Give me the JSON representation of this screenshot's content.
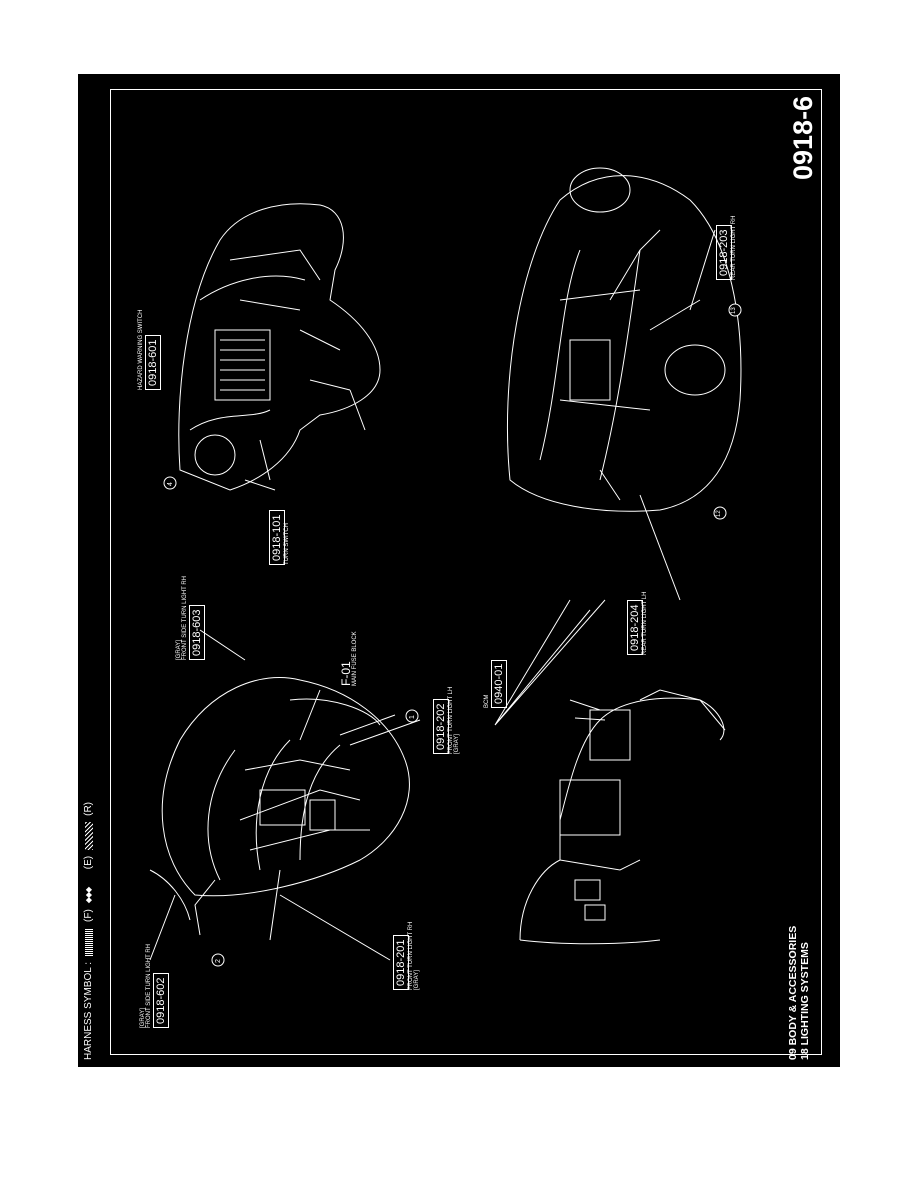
{
  "page": {
    "number": "0918-6",
    "section_line1": "09  BODY & ACCESSORIES",
    "section_line2": "18  LIGHTING SYSTEMS",
    "harness_symbol": {
      "label": "HARNESS SYMBOL :",
      "items": [
        "(F)",
        "(E)",
        "(R)"
      ]
    }
  },
  "callouts": [
    {
      "code": "0918-602",
      "caption": "FRONT SIDE TURN LIGHT RH",
      "note": "[GRAY]"
    },
    {
      "code": "0918-201",
      "caption": "FRONT TURN LIGHT RH",
      "note": "[GRAY]"
    },
    {
      "code": "0918-202",
      "caption": "FRONT TURN LIGHT LH",
      "note": "[GRAY]"
    },
    {
      "code": "0918-603",
      "caption": "FRONT SIDE TURN LIGHT RH",
      "note": "[GRAY]"
    },
    {
      "code": "0940-01",
      "caption": "",
      "note": "BCM"
    },
    {
      "code": "0918-101",
      "caption": "TURN SWITCH",
      "note": ""
    },
    {
      "code": "0918-601",
      "caption": "HAZARD WARNING SWITCH",
      "note": ""
    },
    {
      "code": "0918-204",
      "caption": "REAR TURN LIGHT LH",
      "note": ""
    },
    {
      "code": "0918-203",
      "caption": "REAR TURN LIGHT RH",
      "note": ""
    }
  ],
  "fuse": {
    "code": "F-01",
    "caption": "MAIN FUSE BLOCK"
  },
  "markers": [
    "1",
    "2",
    "4",
    "12",
    "13"
  ]
}
